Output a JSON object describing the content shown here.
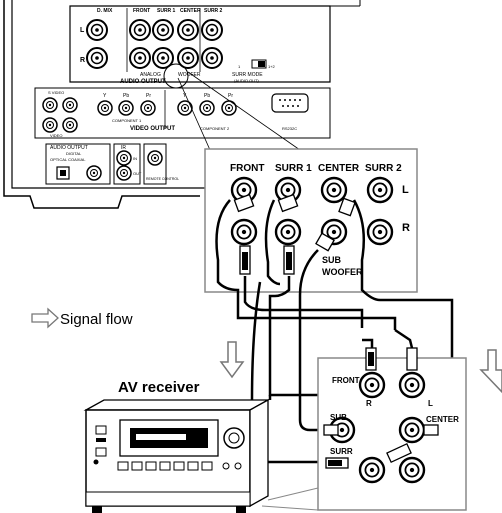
{
  "title": "",
  "player_panel": {
    "jack_labels": [
      "D. MIX",
      "FRONT",
      "SURR 1",
      "CENTER",
      "SURR 2"
    ],
    "channel_l": "L",
    "channel_r": "R",
    "analog_label": "ANALOG",
    "audio_output_label": "AUDIO OUTPUT",
    "woofer_label": "WOOFER",
    "surr_mode_label": "SURR MODE",
    "surr_mode_sub": "(AUDIO OUT)",
    "switch_positions": [
      "1",
      "1+2"
    ],
    "video_jacks": [
      "S VIDEO",
      "Y",
      "Pb",
      "Pr",
      "Y",
      "Pb",
      "Pr"
    ],
    "video_label": "VIDEO",
    "component1_label": "COMPONENT 1",
    "video_output_label": "VIDEO OUTPUT",
    "component2_label": "COMPONENT 2",
    "rs232c_label": "RS232C",
    "digital_audio_output_label": "AUDIO OUTPUT",
    "digital_label": "DIGITAL",
    "optical_coaxial_label": "OPTICAL  COAXIAL",
    "ir_label": "IR",
    "ir_in_label": "IN",
    "ir_out_label": "OUT",
    "remote_control_label": "REMOTE CONTROL"
  },
  "zoom_panel": {
    "labels": [
      "FRONT",
      "SURR 1",
      "CENTER",
      "SURR 2"
    ],
    "channel_l": "L",
    "channel_r": "R",
    "sub_label": "SUB",
    "woofer_label": "WOOFER"
  },
  "legend": {
    "signal_flow": "Signal flow"
  },
  "receiver": {
    "title": "AV receiver",
    "front_label": "FRONT",
    "r_label": "R",
    "l_label": "L",
    "sub_label": "SUB",
    "center_label": "CENTER",
    "surr_label": "SURR"
  }
}
